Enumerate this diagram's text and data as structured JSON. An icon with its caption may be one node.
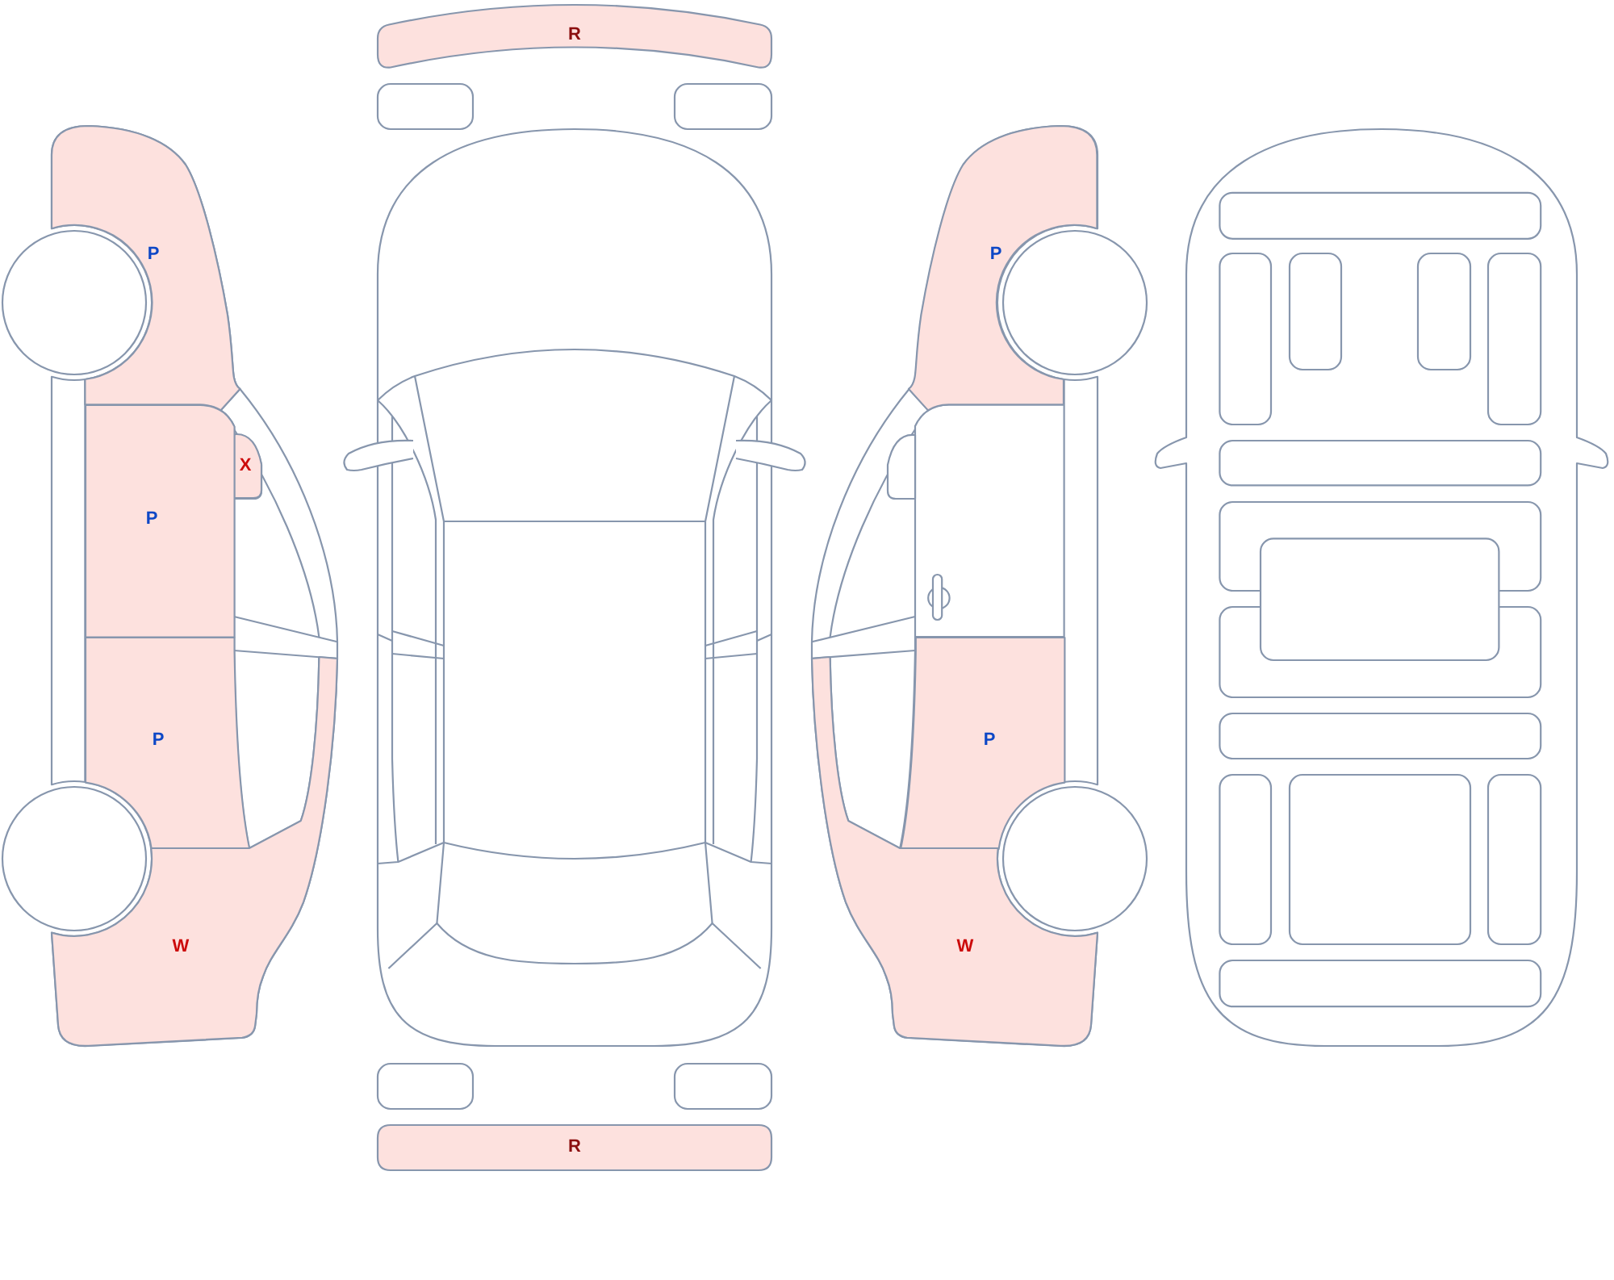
{
  "diagram": {
    "nodes": [
      {
        "text": [
          "R"
        ]
      },
      {
        "text": [
          "P"
        ]
      },
      {
        "text": [
          "P"
        ]
      },
      {
        "text": [
          "X"
        ]
      },
      {
        "text": [
          "P"
        ]
      },
      {
        "text": [
          "P"
        ]
      },
      {
        "text": [
          "P"
        ]
      },
      {
        "text": [
          "W"
        ]
      },
      {
        "text": [
          "W"
        ]
      },
      {
        "text": [
          "R"
        ]
      }
    ]
  }
}
